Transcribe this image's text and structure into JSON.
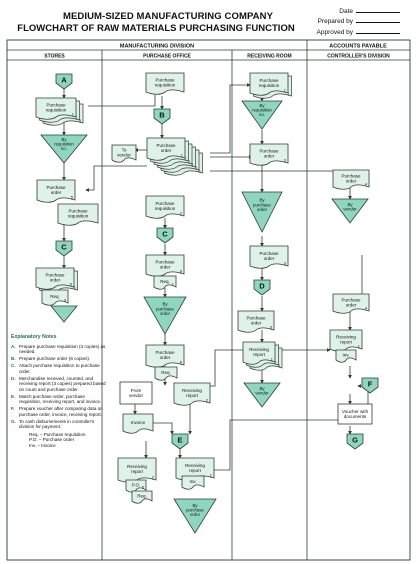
{
  "header": {
    "title_line1": "MEDIUM-SIZED MANUFACTURING COMPANY",
    "title_line2": "FLOWCHART OF RAW MATERIALS PURCHASING FUNCTION",
    "date_label": "Date",
    "prepared_label": "Prepared by",
    "approved_label": "Approved by"
  },
  "divisions": {
    "manufacturing": "MANUFACTURING DIVISION",
    "accounts_payable": "ACCOUNTS PAYABLE"
  },
  "columns": [
    "STORES",
    "PURCHASE OFFICE",
    "RECEIVING ROOM",
    "CONTROLLER'S DIVISION"
  ],
  "labels": {
    "purchase_requisition": [
      "Purchase",
      "requisition"
    ],
    "purchase_order": [
      "Purchase",
      "order"
    ],
    "receiving_report": [
      "Receiving",
      "report"
    ],
    "by_requisition_no": [
      "By",
      "requisition",
      "no."
    ],
    "by_vendor": [
      "By",
      "vendor"
    ],
    "by_purchase_order": [
      "By",
      "purchase",
      "order"
    ],
    "to_vendor": [
      "To",
      "vendor"
    ],
    "from_vendor": [
      "From",
      "vendor"
    ],
    "invoice": "Invoice",
    "req": "Req.",
    "po": "P.O.",
    "inv": "Inv.",
    "voucher_with_documents": [
      "Voucher with",
      "documents"
    ]
  },
  "connectors": [
    "A",
    "B",
    "C",
    "D",
    "E",
    "F",
    "G"
  ],
  "copies": {
    "req_1": "1",
    "req_2": "2",
    "req_3": "3",
    "po_1": "1",
    "po_2": "2",
    "po_3": "3",
    "po_4": "4",
    "po_5": "5",
    "po_6": "6",
    "rr_1": "1",
    "rr_2": "2",
    "rr_3": "3"
  },
  "notes": {
    "title": "Explanatory Notes",
    "items": [
      {
        "key": "A.",
        "text": "Prepare purchase requisition (3 copies) as needed."
      },
      {
        "key": "B.",
        "text": "Prepare purchase order (6 copies)."
      },
      {
        "key": "C.",
        "text": "Attach purchase requisition to purchase order."
      },
      {
        "key": "D.",
        "text": "Merchandise received, counted, and receiving report (3 copies) prepared based on count and purchase order."
      },
      {
        "key": "E.",
        "text": "Match purchase order, purchase requisition, receiving report, and invoice."
      },
      {
        "key": "F.",
        "text": "Prepare voucher after comparing data on purchase order, invoice, receiving report."
      },
      {
        "key": "G.",
        "text": "To cash disbursements in controller's division for payment."
      }
    ],
    "legend": [
      "Req. – Purchase requisition",
      "P.O. – Purchase order",
      "Inv. – Invoice"
    ]
  },
  "colors": {
    "line": "#2f3d35",
    "shape_fill": "#ffffff",
    "document_fill": "#dff2ea",
    "connector_fill": "#8fd6c0",
    "note_key": "#2a6f5c"
  }
}
